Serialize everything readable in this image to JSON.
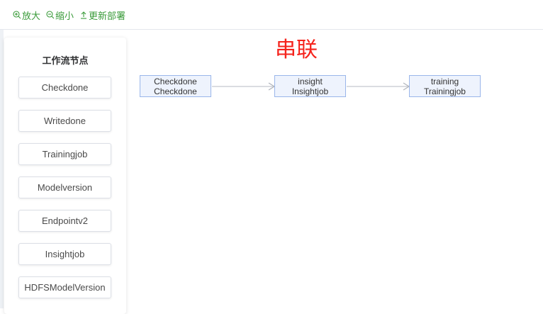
{
  "toolbar": {
    "zoom_in_label": "放大",
    "zoom_out_label": "缩小",
    "update_deploy_label": "更新部署",
    "accent_color": "#3a9b3a"
  },
  "sidebar": {
    "title": "工作流节点",
    "items": [
      {
        "label": "Checkdone"
      },
      {
        "label": "Writedone"
      },
      {
        "label": "Trainingjob"
      },
      {
        "label": "Modelversion"
      },
      {
        "label": "Endpointv2"
      },
      {
        "label": "Insightjob"
      },
      {
        "label": "HDFSModelVersion"
      }
    ]
  },
  "canvas": {
    "title": "串联",
    "title_color": "#f5231c",
    "nodes": [
      {
        "name": "Checkdone",
        "type": "Checkdone"
      },
      {
        "name": "insight",
        "type": "Insightjob"
      },
      {
        "name": "training",
        "type": "Trainingjob"
      }
    ]
  }
}
